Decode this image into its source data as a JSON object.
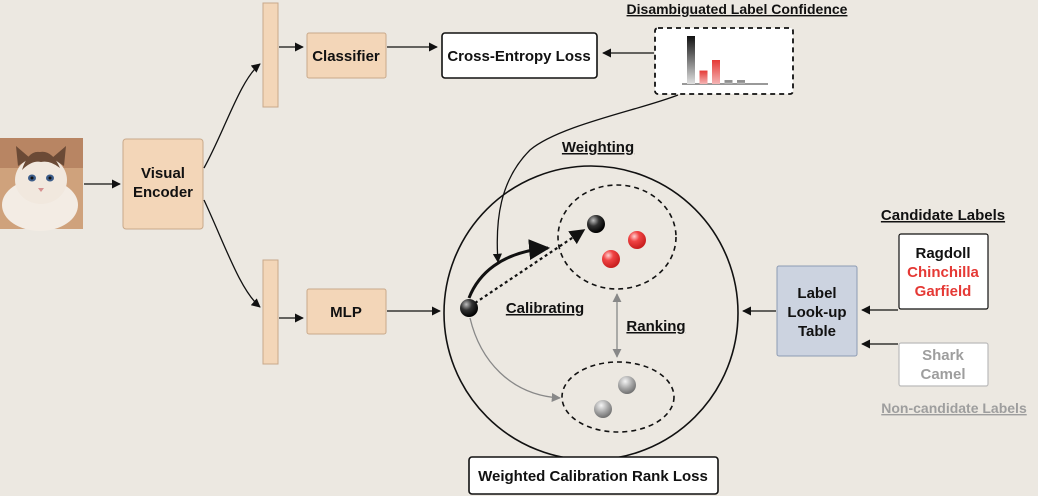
{
  "input": {
    "image_subject": "cat-photo"
  },
  "nodes": {
    "visual_encoder": [
      "Visual",
      "Encoder"
    ],
    "classifier": "Classifier",
    "mlp": "MLP",
    "ce_loss": "Cross-Entropy Loss",
    "lookup_table": [
      "Label",
      "Look-up",
      "Table"
    ],
    "wcr_loss": "Weighted Calibration Rank Loss"
  },
  "annotations": {
    "disambiguated": "Disambiguated Label Confidence",
    "weighting": "Weighting",
    "calibrating": "Calibrating",
    "ranking": "Ranking",
    "candidate_title": "Candidate Labels",
    "noncandidate_title": "Non-candidate Labels"
  },
  "candidate_labels": [
    {
      "text": "Ragdoll",
      "color": "#111111"
    },
    {
      "text": "Chinchilla",
      "color": "#e53935"
    },
    {
      "text": "Garfield",
      "color": "#e53935"
    }
  ],
  "noncandidate_labels": [
    "Shark",
    "Camel"
  ],
  "confidence_bars": [
    {
      "level": 1.0,
      "color": "black"
    },
    {
      "level": 0.28,
      "color": "red"
    },
    {
      "level": 0.5,
      "color": "red"
    },
    {
      "level": 0.08,
      "color": "gray"
    },
    {
      "level": 0.08,
      "color": "gray"
    }
  ],
  "colors": {
    "background": "#ece8e1",
    "module_fill": "#f3d6b8",
    "lookup_fill": "#ccd3e0",
    "candidate_red": "#e53935",
    "noncandidate_gray": "#9e9e9e"
  }
}
